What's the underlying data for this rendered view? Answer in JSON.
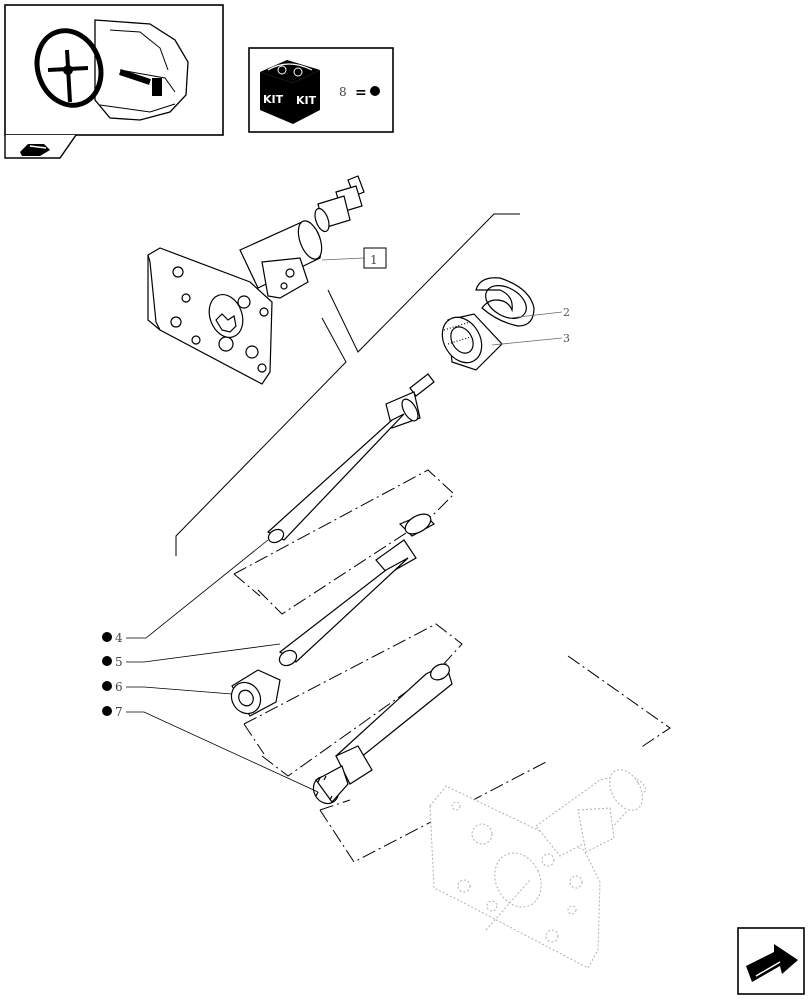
{
  "kit_legend": {
    "number": "8",
    "equals": "=",
    "box_labels": [
      "KIT",
      "KIT"
    ],
    "icon": "kit-box-icon",
    "bullet_icon": "filled-circle-icon"
  },
  "thumbnail": {
    "icon": "steering-wheel-cab-icon",
    "tab_icon": "book-arrow-icon"
  },
  "callouts": {
    "c1": "1",
    "c2": "2",
    "c3": "3",
    "c4": "4",
    "c5": "5",
    "c6": "6",
    "c7": "7"
  },
  "nav": {
    "icon": "next-page-arrow-icon"
  },
  "colors": {
    "line": "#000000",
    "ghost": "#b0b0b0"
  }
}
